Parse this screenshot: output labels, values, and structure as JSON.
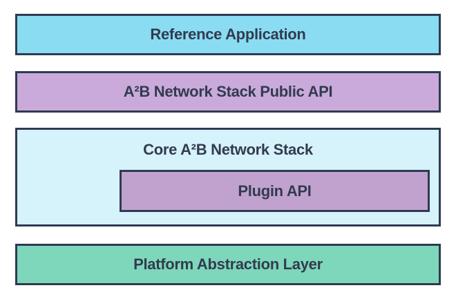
{
  "colors": {
    "background": "#ffffff",
    "border": "#2e3a50",
    "text": "#323b4f",
    "reference_application_fill": "#8adcf3",
    "public_api_fill": "#c9aadb",
    "core_stack_fill": "#d6f2fb",
    "plugin_api_fill": "#c1a2cf",
    "platform_layer_fill": "#7ed7ba"
  },
  "diagram": {
    "layers": [
      {
        "label": "Reference Application"
      },
      {
        "label": "A²B Network Stack Public API"
      },
      {
        "label": "Core A²B Network Stack",
        "children": [
          {
            "label": "Plugin API"
          }
        ]
      },
      {
        "label": "Platform Abstraction Layer"
      }
    ]
  }
}
